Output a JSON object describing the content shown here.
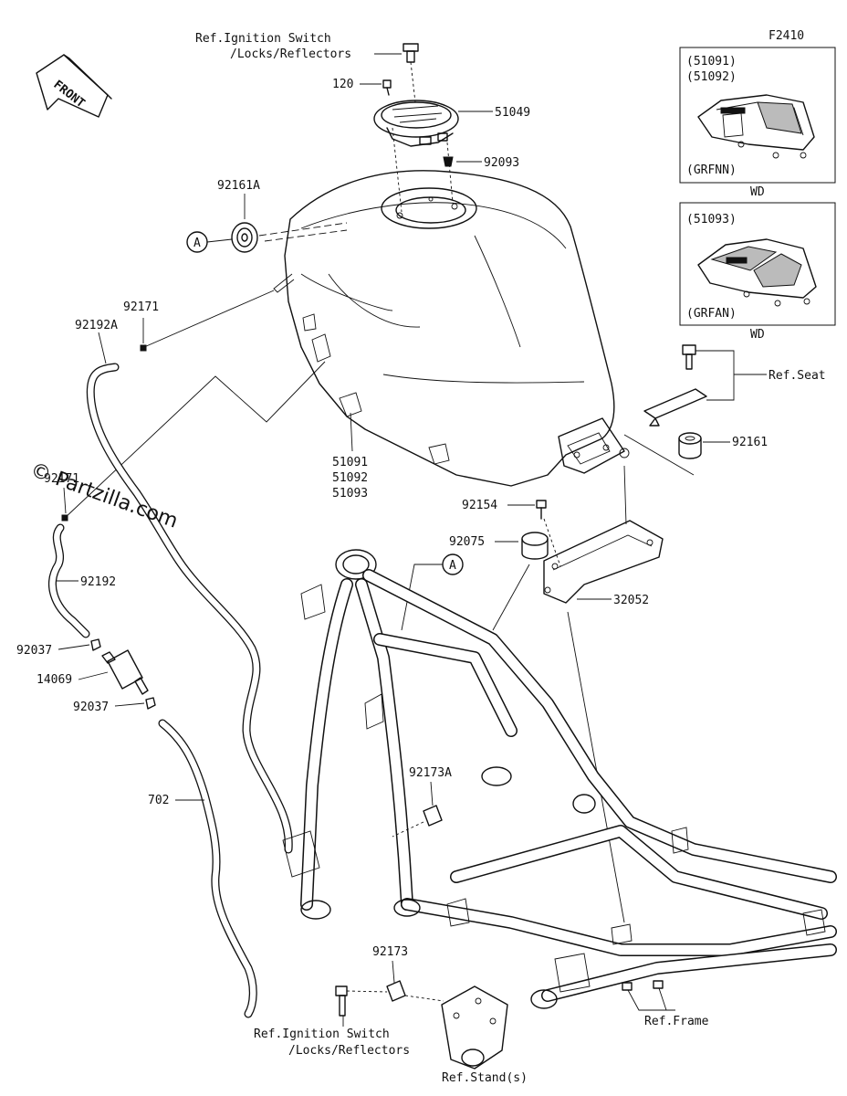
{
  "diagram_code": "F2410",
  "front_label": "FRONT",
  "watermark": "© Partzilla.com",
  "callouts": {
    "ref_ignition_top_1": "Ref.Ignition Switch",
    "ref_ignition_top_2": "/Locks/Reflectors",
    "p120": "120",
    "p51049": "51049",
    "p92093": "92093",
    "p92161a": "92161A",
    "circle_a": "A",
    "p92171_top": "92171",
    "p92192a": "92192A",
    "p92171_left": "92171",
    "p92192": "92192",
    "p92037_top": "92037",
    "p14069": "14069",
    "p92037_bottom": "92037",
    "p702": "702",
    "p51091": "51091",
    "p51092": "51092",
    "p51093": "51093",
    "ref_seat": "Ref.Seat",
    "p92161": "92161",
    "p92154": "92154",
    "p92075": "92075",
    "circle_a2": "A",
    "p32052": "32052",
    "p92173a": "92173A",
    "p92173": "92173",
    "ref_ignition_bottom_1": "Ref.Ignition Switch",
    "ref_ignition_bottom_2": "/Locks/Reflectors",
    "ref_stand": "Ref.Stand(s)",
    "ref_frame": "Ref.Frame"
  },
  "inset_1": {
    "codes_1": "(51091)",
    "codes_2": "(51092)",
    "variant": "(GRFNN)",
    "caption": "WD"
  },
  "inset_2": {
    "codes_1": "(51093)",
    "variant": "(GRFAN)",
    "caption": "WD"
  }
}
